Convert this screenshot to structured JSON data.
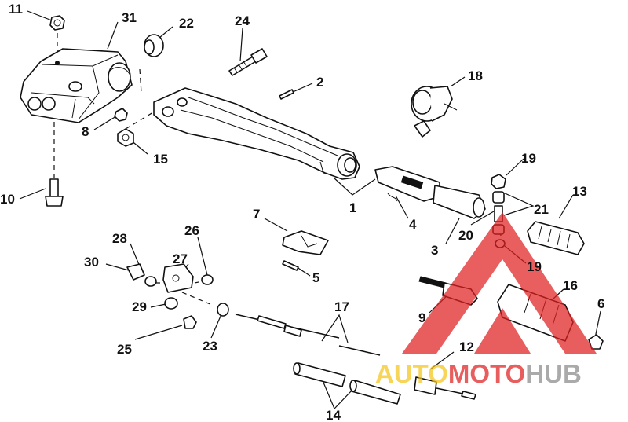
{
  "callouts": [
    "11",
    "31",
    "22",
    "24",
    "2",
    "18",
    "8",
    "15",
    "10",
    "1",
    "19",
    "13",
    "7",
    "21",
    "4",
    "28",
    "26",
    "20",
    "3",
    "30",
    "27",
    "5",
    "19",
    "16",
    "29",
    "9",
    "6",
    "17",
    "25",
    "23",
    "12",
    "14"
  ],
  "watermark": {
    "part1": "AUTO",
    "part2": "MOTO",
    "part3": "HUB",
    "color_yellow": "#f5c518",
    "color_red": "#e02020",
    "color_gray": "#8a8a8a"
  }
}
